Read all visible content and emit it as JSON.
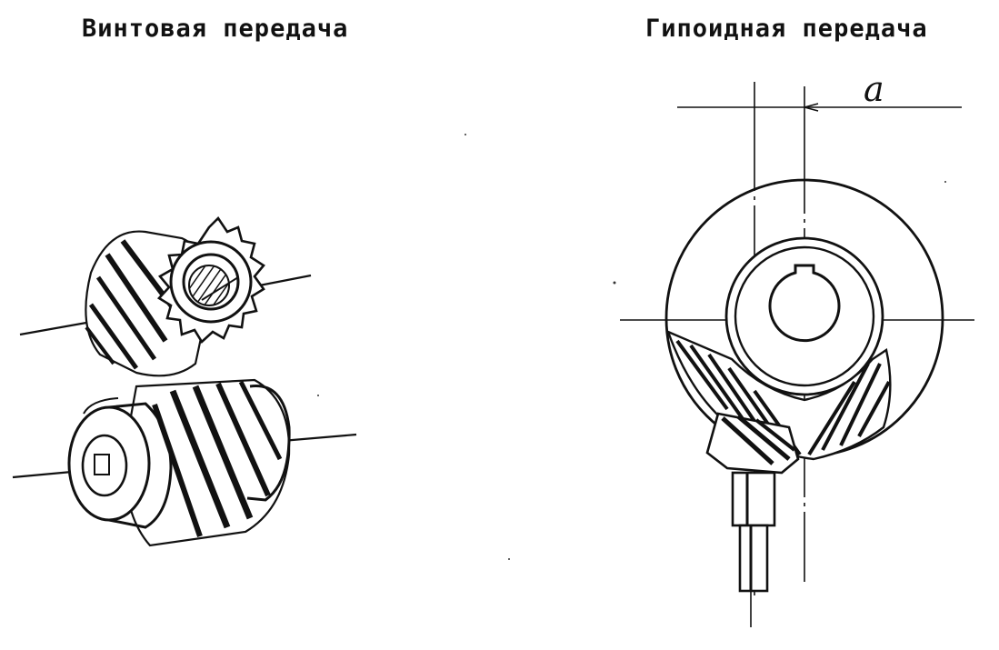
{
  "left_title": "Винтовая передача",
  "right_title": "Гипоидная передача",
  "dimension_label": "a",
  "colors": {
    "ink": "#111111",
    "paper": "#ffffff"
  }
}
